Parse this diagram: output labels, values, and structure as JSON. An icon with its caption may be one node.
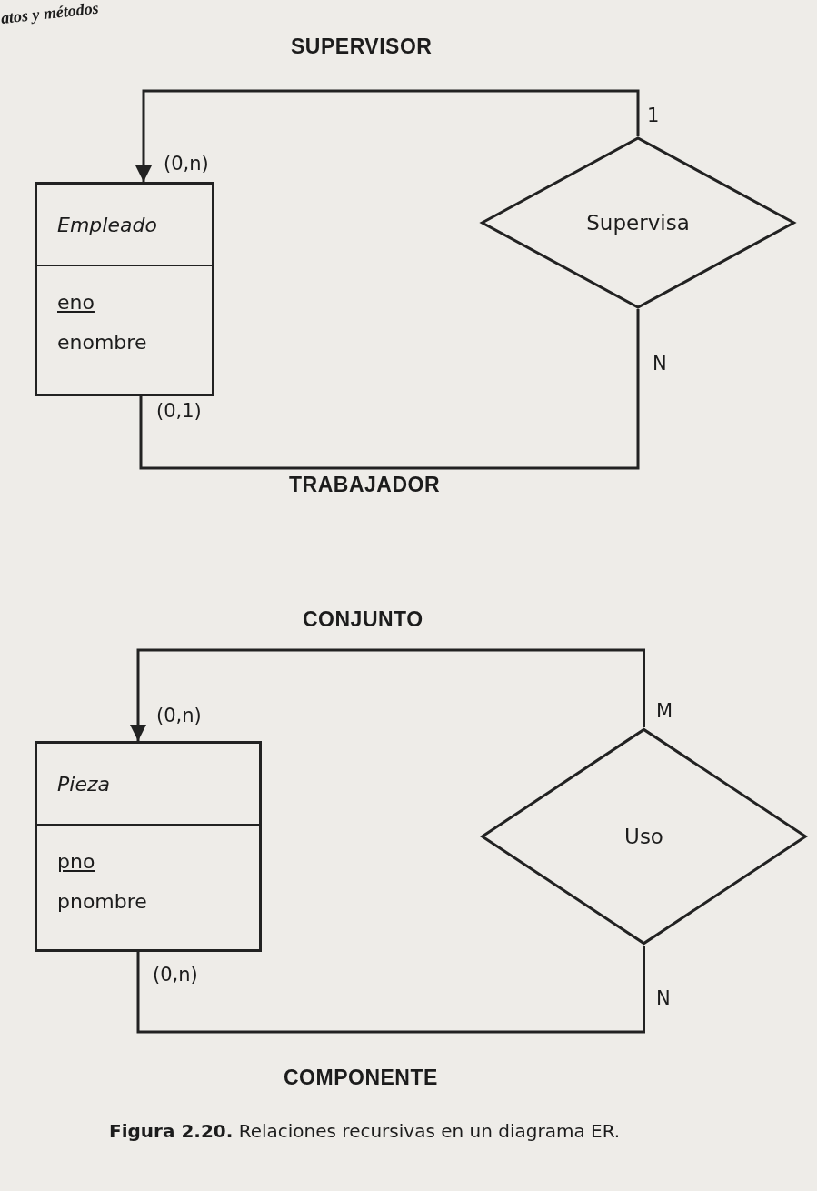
{
  "diagram": {
    "caption": "**Figura 2.20.** Relaciones recursivas en un diagrama ER.",
    "nodes": [
      {
        "text": [
          "Empleado",
          "eno",
          "enombre"
        ]
      },
      {
        "text": [
          "Supervisa"
        ]
      },
      {
        "text": [
          "Pieza",
          "pno",
          "pnombre"
        ]
      },
      {
        "text": [
          "Uso"
        ]
      }
    ],
    "edges": [
      {
        "from": 1,
        "to": 0,
        "arrow": "to",
        "label": "SUPERVISOR"
      },
      {
        "from": 0,
        "to": 1,
        "arrow": "none",
        "label": "TRABAJADOR"
      },
      {
        "from": 3,
        "to": 2,
        "arrow": "to",
        "label": "CONJUNTO"
      },
      {
        "from": 2,
        "to": 3,
        "arrow": "none",
        "label": "COMPONENTE"
      }
    ],
    "labels": [
      "atos y métodos",
      "(0,n)",
      "1",
      "(0,1)",
      "N",
      "(0,n)",
      "M",
      "(0,n)",
      "N"
    ]
  }
}
